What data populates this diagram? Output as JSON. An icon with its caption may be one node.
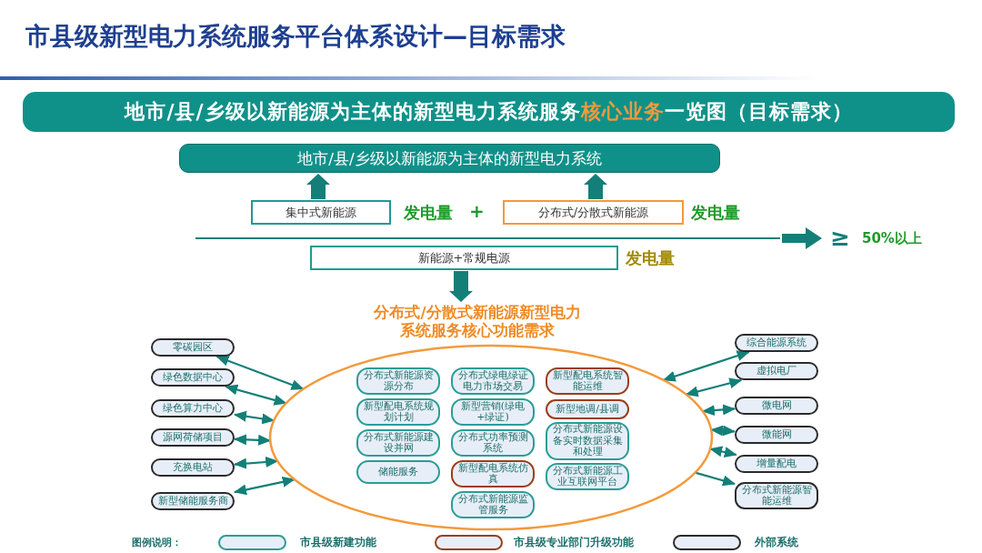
{
  "diagram": {
    "title": "市县级新型电力系统服务平台体系设计—目标需求",
    "nodes": [
      {
        "text": [
          "地市/县/乡级以新能源为主体的新型电力系统服务**核心业务**一览图（目标需求）"
        ]
      },
      {
        "text": [
          "地市/县/乡级以新能源为主体的新型电力系统"
        ]
      },
      {
        "text": [
          "集中式新能源"
        ],
        "beside": [
          "发电量"
        ]
      },
      {
        "text": [
          "分布式/分散式新能源"
        ],
        "beside": [
          "发电量"
        ]
      },
      {
        "text": [
          "新能源+常规电源"
        ],
        "beside": [
          "发电量"
        ]
      },
      {
        "text": [
          "分布式/分散式新能源新型电力系统服务核心功能需求"
        ]
      },
      {
        "text": [],
        "shape": "ellipse"
      },
      {
        "text": [
          "分布式新能源资源分布"
        ],
        "in": 6
      },
      {
        "text": [
          "分布式绿电绿证电力市场交易"
        ],
        "in": 6
      },
      {
        "text": [
          "新型配电系统智能运维"
        ],
        "in": 6
      },
      {
        "text": [
          "新型配电系统规划计划"
        ],
        "in": 6
      },
      {
        "text": [
          "新型营销(绿电+绿证)"
        ],
        "in": 6
      },
      {
        "text": [
          "新型地调/县调"
        ],
        "in": 6
      },
      {
        "text": [
          "分布式新能源建设并网"
        ],
        "in": 6
      },
      {
        "text": [
          "分布式功率预测系统"
        ],
        "in": 6
      },
      {
        "text": [
          "分布式新能源设备实时数据采集和处理"
        ],
        "in": 6
      },
      {
        "text": [
          "储能服务"
        ],
        "in": 6
      },
      {
        "text": [
          "新型配电系统仿真"
        ],
        "in": 6
      },
      {
        "text": [
          "分布式新能源工业互联网平台"
        ],
        "in": 6
      },
      {
        "text": [
          "分布式新能源监管服务"
        ],
        "in": 6
      },
      {
        "text": [
          "零碳园区"
        ]
      },
      {
        "text": [
          "绿色数据中心"
        ]
      },
      {
        "text": [
          "绿色算力中心"
        ]
      },
      {
        "text": [
          "源网荷储项目"
        ]
      },
      {
        "text": [
          "充换电站"
        ]
      },
      {
        "text": [
          "新型储能服务商"
        ]
      },
      {
        "text": [
          "综合能源系统"
        ]
      },
      {
        "text": [
          "虚拟电厂"
        ]
      },
      {
        "text": [
          "微电网"
        ]
      },
      {
        "text": [
          "微能网"
        ]
      },
      {
        "text": [
          "增量配电"
        ]
      },
      {
        "text": [
          "分布式新能源智能运维"
        ]
      }
    ],
    "edges": [
      {
        "from": 2,
        "to": 1,
        "arrow": "to",
        "style": "thick"
      },
      {
        "from": 3,
        "to": 1,
        "arrow": "to",
        "style": "thick"
      },
      {
        "from": 4,
        "to": 5,
        "arrow": "to",
        "style": "thick"
      },
      {
        "from": 20,
        "to": 6,
        "arrow": "both"
      },
      {
        "from": 21,
        "to": 6,
        "arrow": "both"
      },
      {
        "from": 22,
        "to": 6,
        "arrow": "both"
      },
      {
        "from": 23,
        "to": 6,
        "arrow": "both"
      },
      {
        "from": 24,
        "to": 6,
        "arrow": "both"
      },
      {
        "from": 25,
        "to": 6,
        "arrow": "both"
      },
      {
        "from": 26,
        "to": 6,
        "arrow": "both"
      },
      {
        "from": 27,
        "to": 6,
        "arrow": "both"
      },
      {
        "from": 28,
        "to": 6,
        "arrow": "both"
      },
      {
        "from": 29,
        "to": 6,
        "arrow": "both"
      },
      {
        "from": 30,
        "to": 6,
        "arrow": "both"
      },
      {
        "from": 6,
        "to": 31,
        "arrow": "to"
      }
    ],
    "labels": [
      "+",
      "≥",
      "50%以上",
      "图例说明："
    ],
    "legend": [
      {
        "text": "市县级新建功能"
      },
      {
        "text": "市县级专业部门升级功能"
      },
      {
        "text": "外部系统"
      }
    ]
  }
}
